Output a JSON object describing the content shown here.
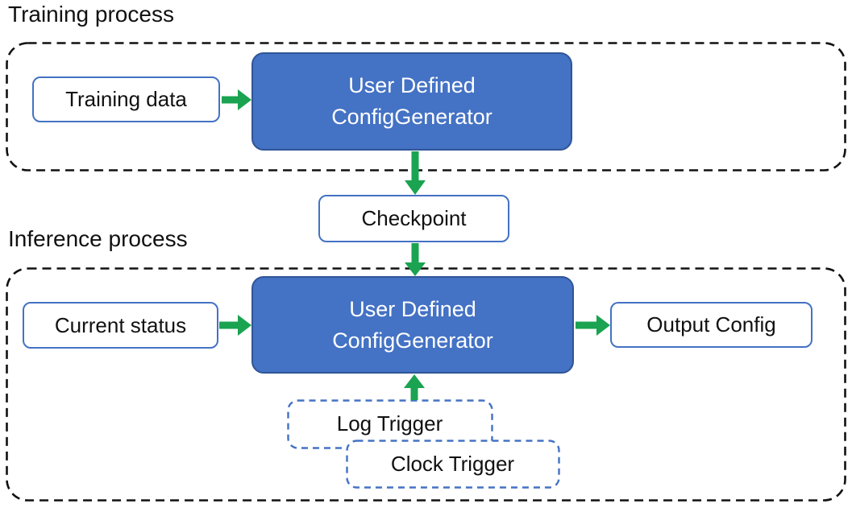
{
  "training": {
    "label": "Training process",
    "input": "Training data",
    "generator_line1": "User Defined",
    "generator_line2": "ConfigGenerator"
  },
  "checkpoint": {
    "label": "Checkpoint"
  },
  "inference": {
    "label": "Inference process",
    "input": "Current status",
    "generator_line1": "User Defined",
    "generator_line2": "ConfigGenerator",
    "output": "Output Config",
    "trigger_log": "Log Trigger",
    "trigger_clock": "Clock Trigger"
  },
  "colors": {
    "generator_fill": "#4472C4",
    "generator_border": "#2F5597",
    "box_border": "#4472C4",
    "arrow_green": "#1AA351",
    "container_dash": "#111111"
  }
}
